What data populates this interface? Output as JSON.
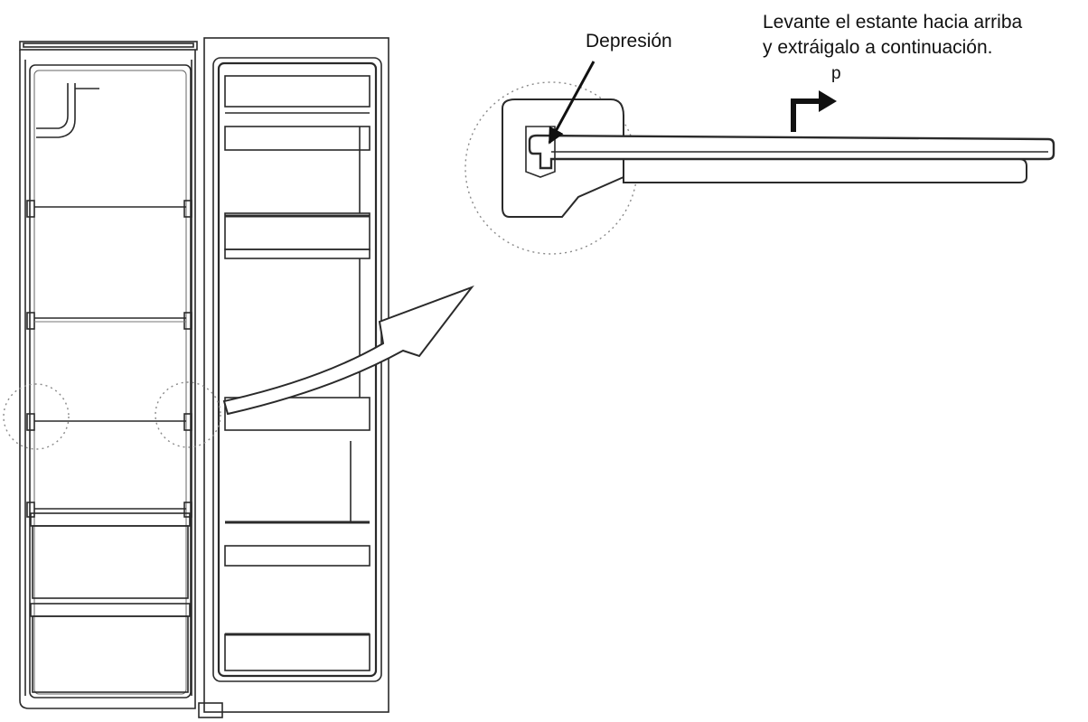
{
  "labels": {
    "depression": "Depresión",
    "instruction_line1": "Levante el estante hacia arriba",
    "instruction_line2": "y extráigalo a continuación.",
    "lift_marker": "p"
  },
  "colors": {
    "line": "#2a2a2a",
    "light_line": "#555555",
    "dotted_circle": "#8a8a8a",
    "background": "#ffffff"
  },
  "icons": {
    "lift_arrow": "arrow-up-right-icon",
    "callout_arrow": "curved-arrow-icon",
    "pointer_arrow": "pointer-arrow-icon"
  }
}
